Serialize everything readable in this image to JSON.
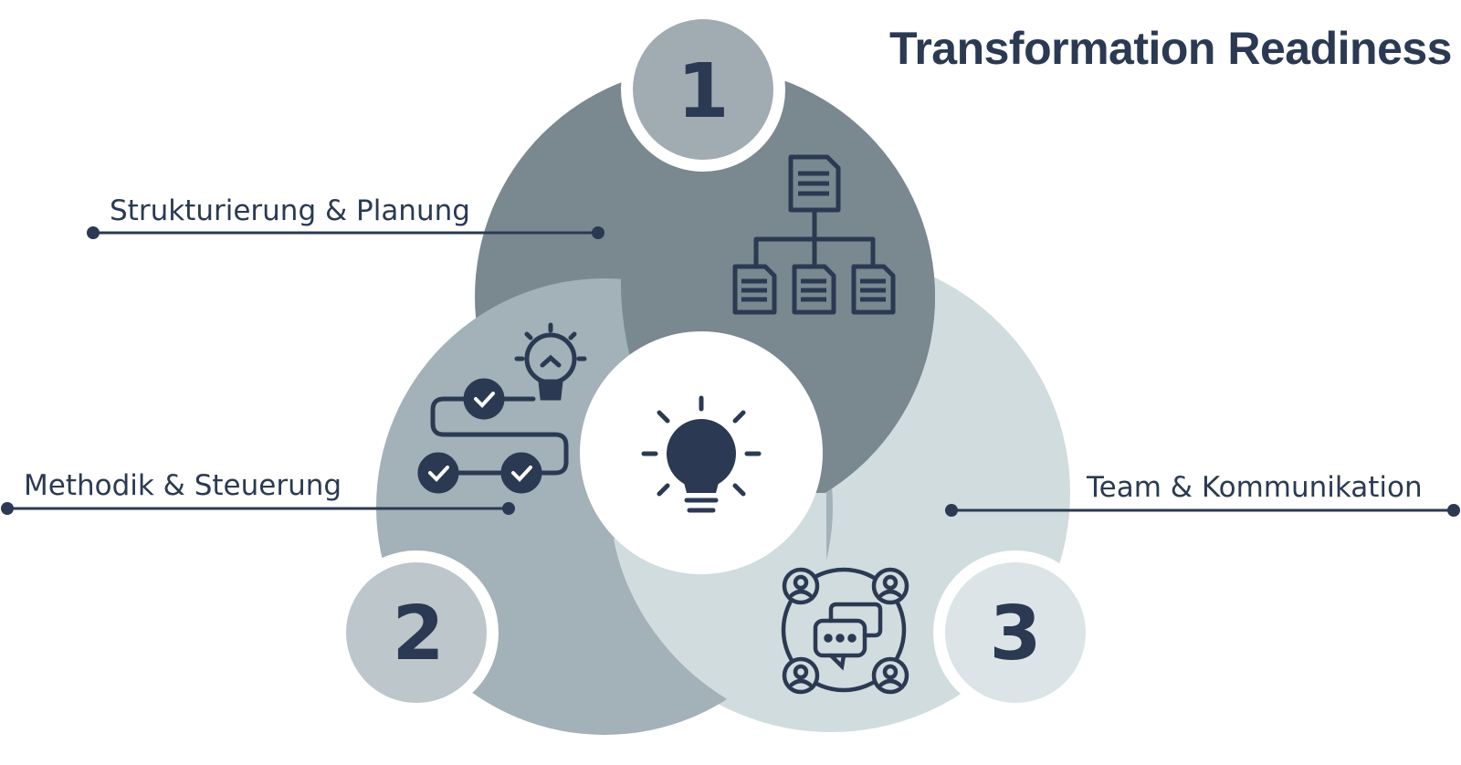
{
  "title": "Transformation Readiness",
  "segments": [
    {
      "number": "1",
      "label": "Strukturierung & Planung",
      "icon": "document-hierarchy-icon",
      "color": "#7a8890",
      "badge_color": "#a1acb2"
    },
    {
      "number": "2",
      "label": "Methodik & Steuerung",
      "icon": "process-roadmap-icon",
      "color": "#a3b1b8",
      "badge_color": "#bcc6cb"
    },
    {
      "number": "3",
      "label": "Team & Kommunikation",
      "icon": "team-communication-icon",
      "color": "#d1dcdf",
      "badge_color": "#dce4e7"
    }
  ],
  "center_icon": "lightbulb-icon",
  "colors": {
    "text": "#2b3a52",
    "background": "#ffffff"
  }
}
